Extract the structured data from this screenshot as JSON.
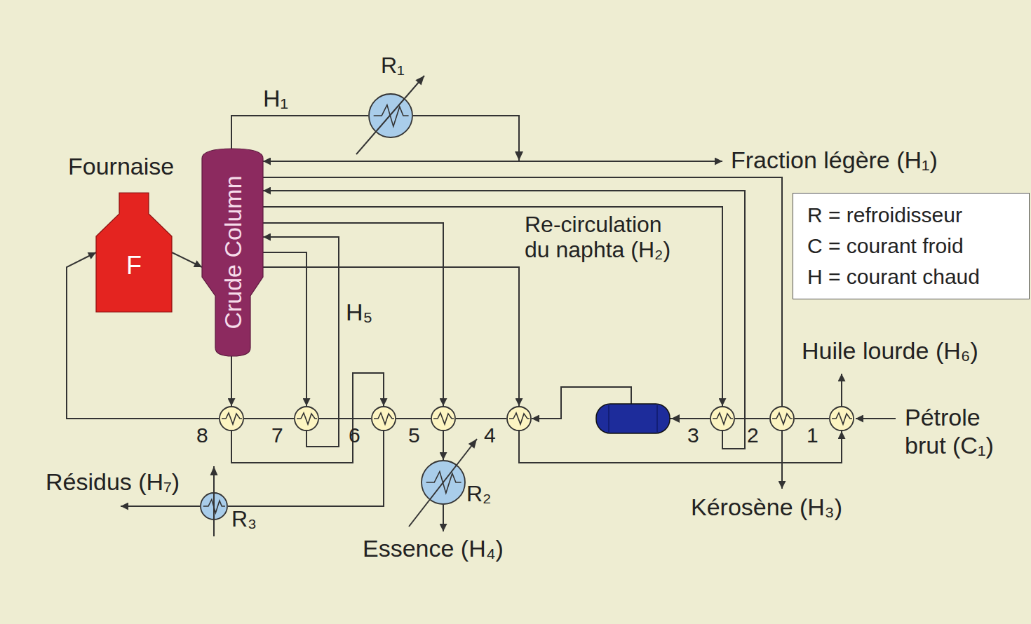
{
  "diagram": {
    "nodes": [
      {
        "text": [
          "R₁"
        ]
      },
      {
        "text": [
          "Fournaise",
          "F"
        ]
      },
      {
        "text": [
          "Crude Column"
        ]
      },
      {
        "text": [
          "8"
        ]
      },
      {
        "text": [
          "7"
        ]
      },
      {
        "text": [
          "6"
        ]
      },
      {
        "text": [
          "5"
        ]
      },
      {
        "text": [
          "4"
        ]
      },
      {
        "text": [
          "3"
        ]
      },
      {
        "text": [
          "2"
        ]
      },
      {
        "text": [
          "1"
        ]
      },
      {
        "text": [
          "R₂"
        ]
      },
      {
        "text": [
          "R₃"
        ]
      }
    ],
    "edges": [
      {
        "from": 10,
        "to": 9,
        "arrow": "none"
      },
      {
        "from": 9,
        "to": 8,
        "arrow": "none"
      },
      {
        "from": 8,
        "to": 7,
        "arrow": "to"
      },
      {
        "from": 7,
        "to": 6,
        "arrow": "none"
      },
      {
        "from": 6,
        "to": 5,
        "arrow": "none"
      },
      {
        "from": 5,
        "to": 4,
        "arrow": "none"
      },
      {
        "from": 4,
        "to": 3,
        "arrow": "none"
      },
      {
        "from": 3,
        "to": 1,
        "arrow": "to"
      },
      {
        "from": 1,
        "to": 2,
        "arrow": "to"
      },
      {
        "from": 2,
        "to": 0,
        "arrow": "none"
      },
      {
        "from": 0,
        "to": 2,
        "arrow": "to"
      },
      {
        "from": 2,
        "to": 9,
        "arrow": "none"
      },
      {
        "from": 2,
        "to": 8,
        "arrow": "to"
      },
      {
        "from": 8,
        "to": 2,
        "arrow": "to"
      },
      {
        "from": 2,
        "to": 6,
        "arrow": "to"
      },
      {
        "from": 6,
        "to": 11,
        "arrow": "to"
      },
      {
        "from": 2,
        "to": 4,
        "arrow": "to"
      },
      {
        "from": 4,
        "to": 2,
        "arrow": "to"
      },
      {
        "from": 2,
        "to": 7,
        "arrow": "to"
      },
      {
        "from": 7,
        "to": 10,
        "arrow": "to"
      },
      {
        "from": 2,
        "to": 3,
        "arrow": "to"
      },
      {
        "from": 3,
        "to": 5,
        "arrow": "to"
      },
      {
        "from": 5,
        "to": 12,
        "arrow": "none"
      }
    ],
    "labels": [
      "H₁",
      "Fraction légère (H₁)",
      "Re-circulation du naphta (H₂)",
      "H₅",
      "Huile lourde (H₆)",
      "Pétrole brut (C₁)",
      "Kérosène (H₃)",
      "Essence (H₄)",
      "Résidus (H₇)"
    ],
    "legend": [
      {
        "text": "R = refroidisseur"
      },
      {
        "text": "C = courant froid"
      },
      {
        "text": "H = courant chaud"
      }
    ]
  }
}
